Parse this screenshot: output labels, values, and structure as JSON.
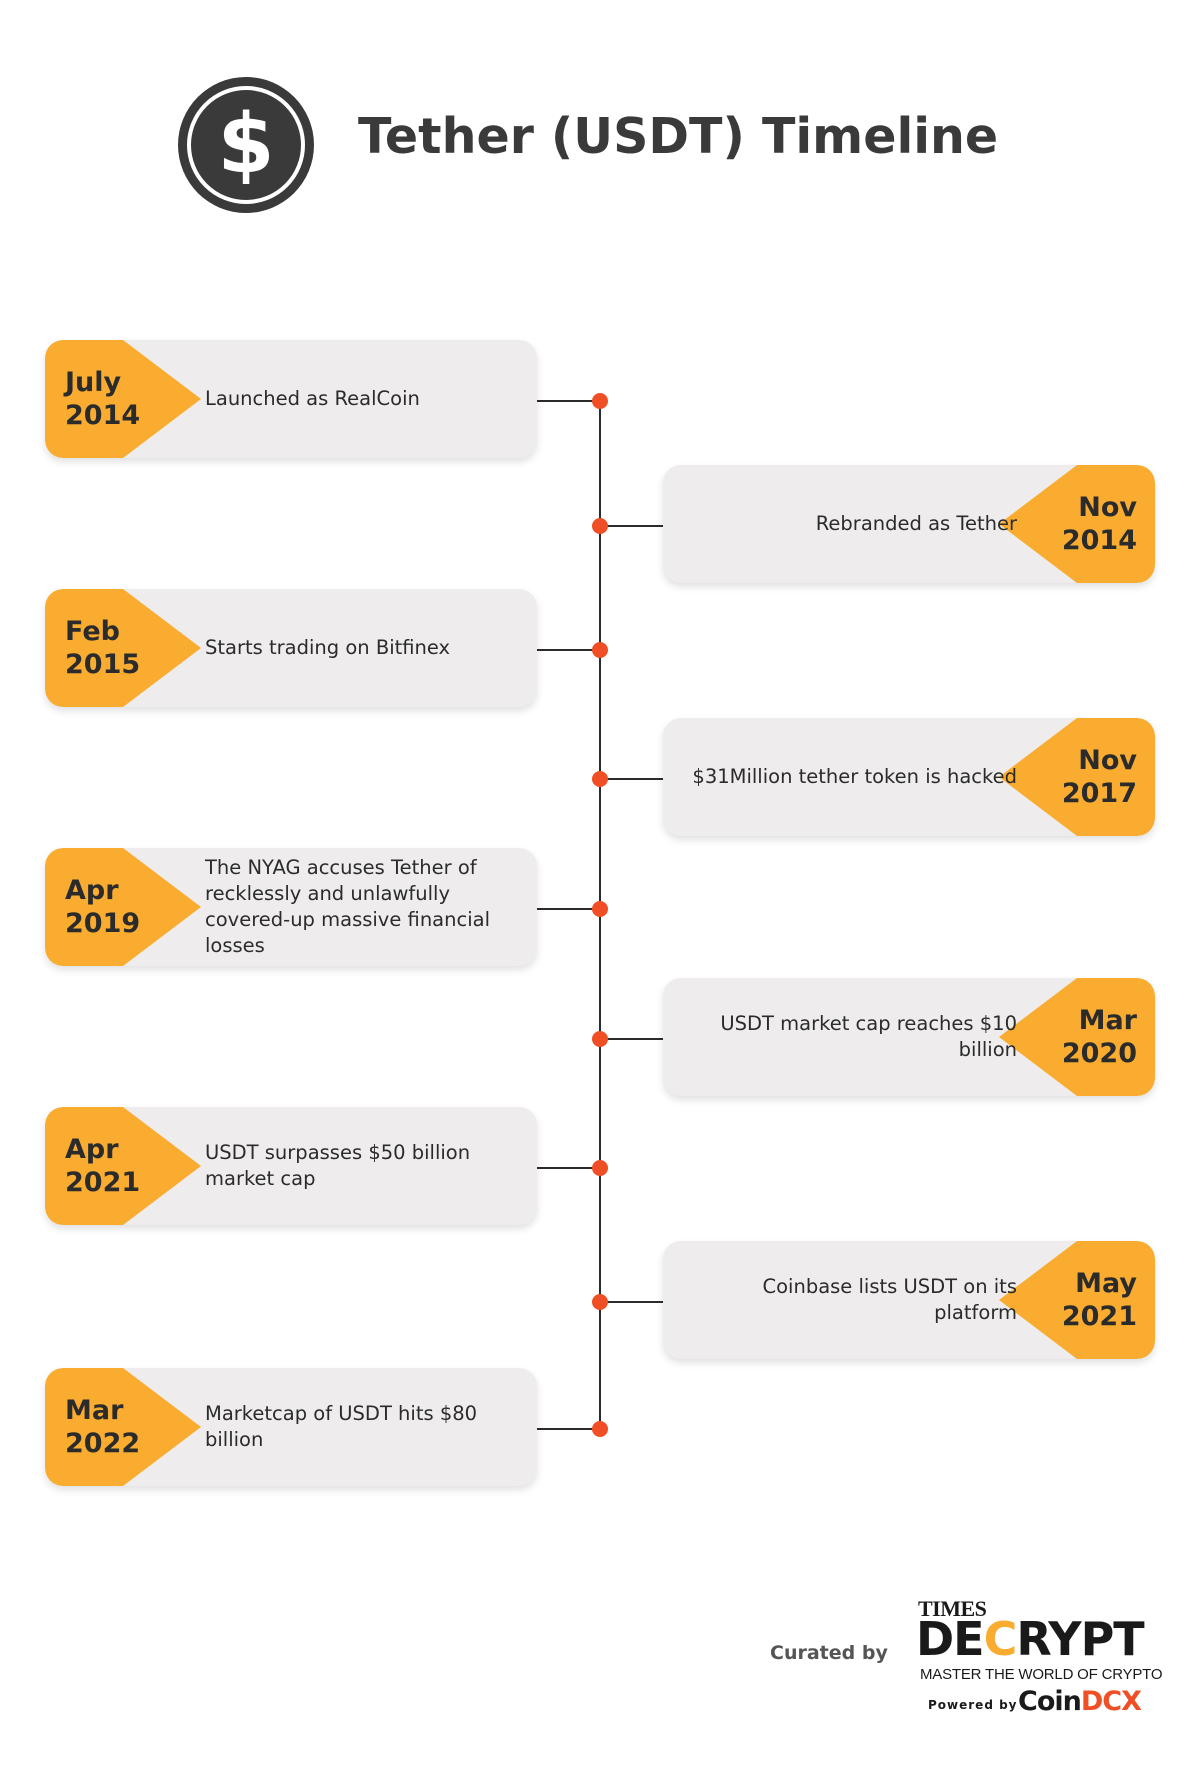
{
  "header": {
    "icon": "dollar-icon",
    "icon_glyph": "$",
    "title": "Tether (USDT) Timeline"
  },
  "colors": {
    "accent_orange": "#f9ac30",
    "dot_red": "#f04f26",
    "card_bg": "#eeecec",
    "text_dark": "#2b2b2b"
  },
  "timeline": [
    {
      "date_month": "July",
      "date_year": "2014",
      "event": "Launched as RealCoin",
      "side": "left"
    },
    {
      "date_month": "Nov",
      "date_year": "2014",
      "event": "Rebranded as Tether",
      "side": "right"
    },
    {
      "date_month": "Feb",
      "date_year": "2015",
      "event": "Starts trading on Bitfinex",
      "side": "left"
    },
    {
      "date_month": "Nov",
      "date_year": "2017",
      "event": "$31Million tether token is hacked",
      "side": "right"
    },
    {
      "date_month": "Apr",
      "date_year": "2019",
      "event": "The NYAG accuses Tether of recklessly and unlawfully covered-up massive financial losses",
      "side": "left"
    },
    {
      "date_month": "Mar",
      "date_year": "2020",
      "event": "USDT market cap reaches $10 billion",
      "side": "right"
    },
    {
      "date_month": "Apr",
      "date_year": "2021",
      "event": "USDT surpasses $50 billion market cap",
      "side": "left"
    },
    {
      "date_month": "May",
      "date_year": "2021",
      "event": "Coinbase lists USDT on its platform",
      "side": "right"
    },
    {
      "date_month": "Mar",
      "date_year": "2022",
      "event": "Marketcap of USDT hits $80 billion",
      "side": "left"
    }
  ],
  "footer": {
    "curated_by": "Curated by",
    "brand_times": "TIMES",
    "brand_de": "DE",
    "brand_c": "C",
    "brand_rypt": "RYPT",
    "brand_tagline": "MASTER THE WORLD OF CRYPTO",
    "powered_by": "Powered by",
    "powered_brand_coin": "Coin",
    "powered_brand_dcx": "DCX"
  }
}
